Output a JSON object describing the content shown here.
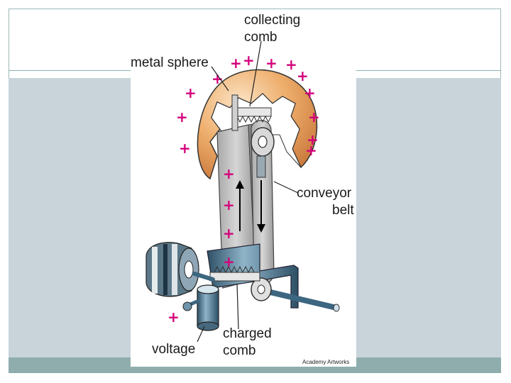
{
  "slide": {
    "title": ""
  },
  "diagram": {
    "labels": {
      "collecting_comb_line1": "collecting",
      "collecting_comb_line2": "comb",
      "metal_sphere": "metal sphere",
      "conveyor_belt_line1": "conveyor",
      "conveyor_belt_line2": "belt",
      "charged_comb_line1": "charged",
      "charged_comb_line2": "comb",
      "voltage": "voltage"
    },
    "credit": "Academy Artworks",
    "charge_symbol": "+",
    "colors": {
      "sphere": "#e9a15d",
      "charge": "#d4007a",
      "belt": "#b8b8b8",
      "frame": "#4d6f82"
    }
  }
}
